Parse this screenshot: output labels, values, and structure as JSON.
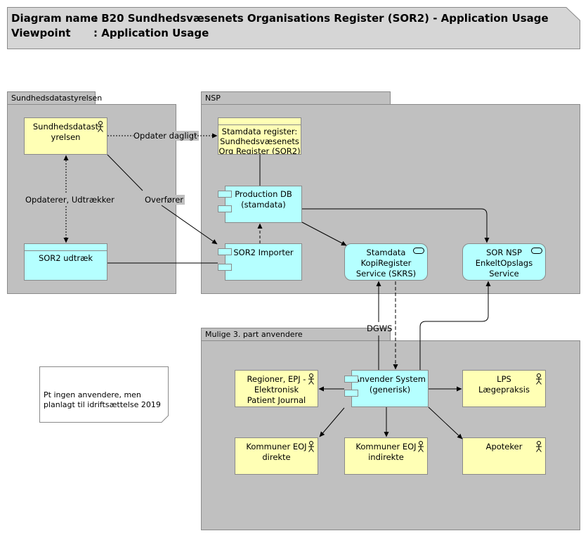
{
  "header": {
    "diagram_label": "Diagram name",
    "diagram_value": ": B20 Sundhedsvæsenets Organisations Register (SOR2) - Application Usage",
    "viewpoint_label": "Viewpoint",
    "viewpoint_value": ": Application Usage"
  },
  "groups": {
    "sundhedsdatastyrelsen": "Sundhedsdatastyrelsen",
    "nsp": "NSP",
    "mulige": "Mulige 3. part anvendere"
  },
  "elements": {
    "actor_sds": "Sundhedsdatast\nyrelsen",
    "sor2_udtraek": "SOR2 udtræk",
    "stamdata_register": "Stamdata register:\nSundhedsvæsenets\nOrg Register (SOR2)",
    "production_db": "Production DB\n(stamdata)",
    "sor2_importer": "SOR2 Importer",
    "skrs": "Stamdata\nKopiRegister\nService (SKRS)",
    "sor_nsp": "SOR NSP\nEnkeltOpslags\nService",
    "regioner": "Regioner, EPJ -\nElektronisk\nPatient Journal",
    "anvender_system": "Anvender System\n(generisk)",
    "lps": "LPS\nLægepraksis",
    "kommuner_direkte": "Kommuner EOJ\ndirekte",
    "kommuner_indirekte": "Kommuner EOJ\nindirekte",
    "apoteker": "Apoteker"
  },
  "edge_labels": {
    "opdater_dagligt": "Opdater dagligt",
    "opdaterer_udtraekker": "Opdaterer, Udtrækker",
    "overforer": "Overfører",
    "dgws": "DGWS"
  },
  "note": "Pt ingen anvendere, men\nplanlagt til idriftsættelse 2019",
  "colors": {
    "group_fill": "#c0c0c0",
    "business": "#ffffb5",
    "application": "#b5ffff"
  }
}
